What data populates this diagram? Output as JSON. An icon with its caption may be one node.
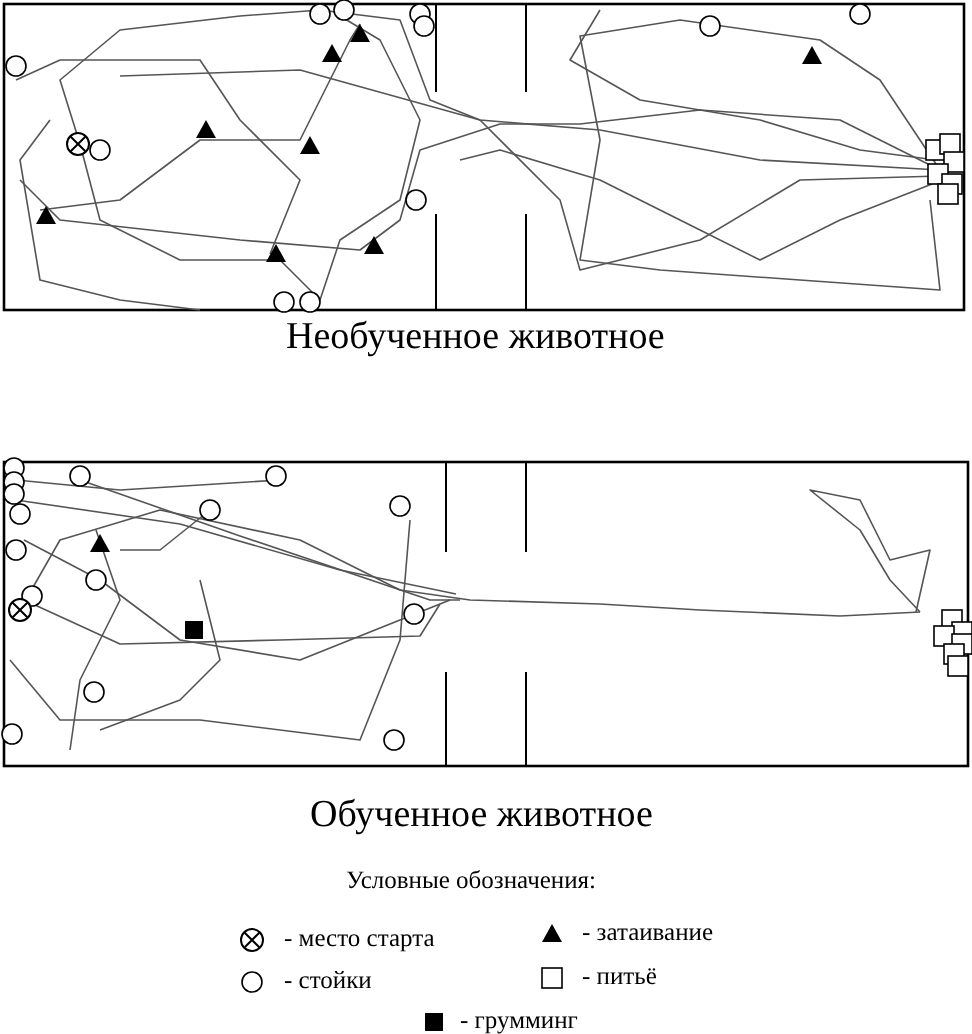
{
  "diagram": {
    "labels": [
      "Необученное животное",
      "Обученное животное"
    ],
    "legend": [
      {
        "text": "Условные обозначения:"
      },
      {
        "text": "- место старта"
      },
      {
        "text": "- затаивание"
      },
      {
        "text": "- стойки"
      },
      {
        "text": "- питьё"
      },
      {
        "text": "- грумминг"
      }
    ]
  }
}
